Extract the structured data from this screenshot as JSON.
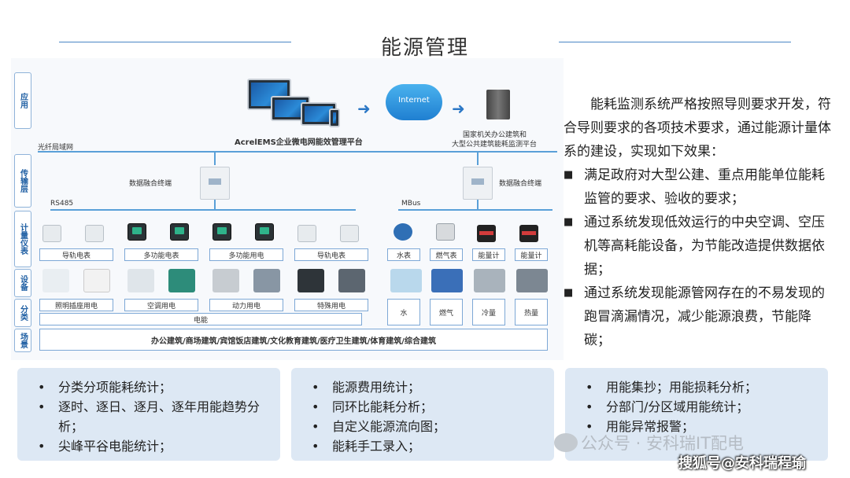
{
  "title": "能源管理",
  "diagram": {
    "layers": [
      "应用",
      "传输层",
      "计量仪表",
      "设备",
      "分类",
      "场景"
    ],
    "platform_label": "AcrelEMS企业微电网能效管理平台",
    "internet_label": "Internet",
    "gov_label_1": "国家机关办公建筑和",
    "gov_label_2": "大型公共建筑能耗监测平台",
    "network_label": "光纤局域网",
    "terminal_left": "数据融合终端",
    "terminal_right": "数据融合终端",
    "bus_left": "RS485",
    "bus_right": "MBus",
    "meters": [
      "导轨电表",
      "多功能电表",
      "多功能用电",
      "导轨电表",
      "水表",
      "燃气表",
      "能量计",
      "能量计"
    ],
    "categories": [
      "照明插座用电",
      "空调用电",
      "动力用电",
      "特殊用电"
    ],
    "electric_label": "电能",
    "utilities": [
      "水",
      "燃气",
      "冷量",
      "热量"
    ],
    "scene": "办公建筑/商场建筑/宾馆饭店建筑/文化教育建筑/医疗卫生建筑/体育建筑/综合建筑"
  },
  "right": {
    "intro": "能耗监测系统严格按照导则要求开发，符合导则要求的各项技术要求，通过能源计量体系的建设，实现如下效果：",
    "bullets": [
      "满足政府对大型公建、重点用能单位能耗监管的要求、验收的要求；",
      "通过系统发现低效运行的中央空调、空压机等高耗能设备，为节能改造提供数据依据；",
      "通过系统发现能源管网存在的不易发现的跑冒滴漏情况，减少能源浪费，节能降碳；"
    ]
  },
  "panels": [
    [
      "分类分项能耗统计；",
      "逐时、逐日、逐月、逐年用能趋势分析；",
      "尖峰平谷电能统计；"
    ],
    [
      "能源费用统计；",
      "同环比能耗分析；",
      "自定义能源流向图；",
      "能耗手工录入；"
    ],
    [
      "用能集抄；用能损耗分析；",
      "分部门/分区域用能统计；",
      "用能异常报警；"
    ]
  ],
  "watermark": "公众号 · 安科瑞IT配电",
  "source": "搜狐号@安科瑞程瑜"
}
